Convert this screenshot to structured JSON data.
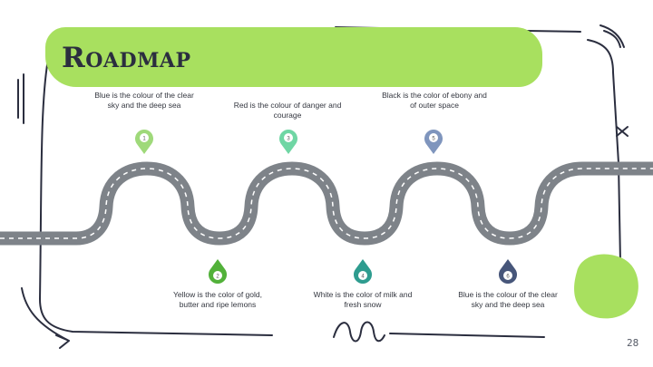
{
  "slide": {
    "title": "Roadmap",
    "page_number": "28",
    "colors": {
      "accent": "#a8e05f",
      "road": "#7e8389",
      "ink": "#2b2e3f"
    }
  },
  "milestones": [
    {
      "number": "1",
      "text": "Blue is the colour of the clear sky and the deep sea",
      "color": "#9fd97a"
    },
    {
      "number": "2",
      "text": "Yellow is the color of gold, butter and ripe lemons",
      "color": "#52b13a"
    },
    {
      "number": "3",
      "text": "Red is the colour of danger and courage",
      "color": "#6fd6a4"
    },
    {
      "number": "4",
      "text": "White is the color of milk and fresh snow",
      "color": "#2e9c8f"
    },
    {
      "number": "5",
      "text": "Black is the color of ebony and of outer space",
      "color": "#7f95bd"
    },
    {
      "number": "6",
      "text": "Blue is the colour of the clear sky and the deep sea",
      "color": "#47567a"
    }
  ]
}
